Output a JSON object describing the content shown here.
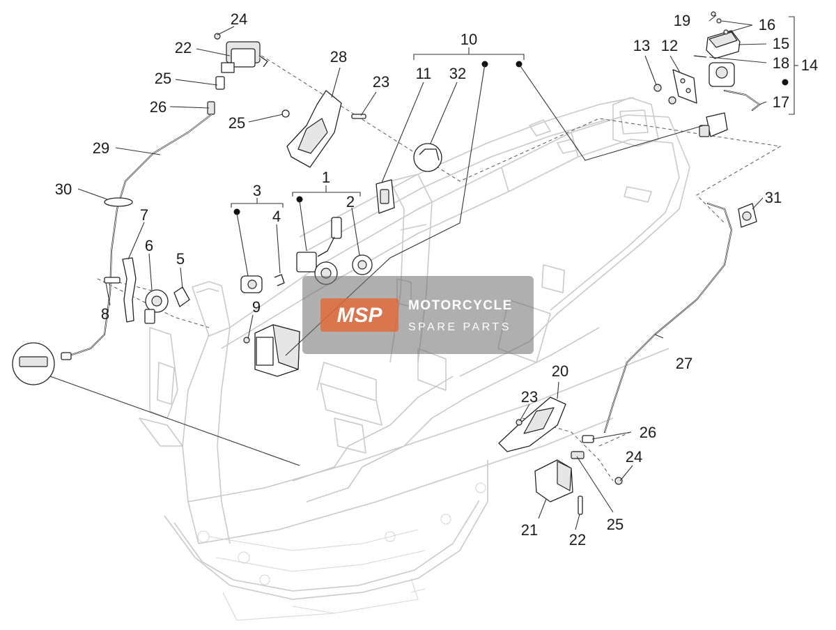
{
  "callouts": {
    "c1": "1",
    "c2": "2",
    "c3": "3",
    "c4": "4",
    "c5": "5",
    "c6": "6",
    "c7": "7",
    "c8": "8",
    "c9": "9",
    "c10": "10",
    "c11": "11",
    "c12": "12",
    "c13": "13",
    "c14": "14",
    "c15": "15",
    "c16": "16",
    "c17": "17",
    "c18": "18",
    "c19": "19",
    "c20": "20",
    "c21": "21",
    "c22a": "22",
    "c22b": "22",
    "c23a": "23",
    "c23b": "23",
    "c24a": "24",
    "c24b": "24",
    "c25a": "25",
    "c25b": "25",
    "c25c": "25",
    "c26a": "26",
    "c26b": "26",
    "c27": "27",
    "c28": "28",
    "c29": "29",
    "c30": "30",
    "c31": "31",
    "c32": "32"
  },
  "watermark": {
    "logo": "MSP",
    "line1": "MOTORCYCLE",
    "line2": "SPARE PARTS",
    "accent_color": "#e8632c"
  }
}
